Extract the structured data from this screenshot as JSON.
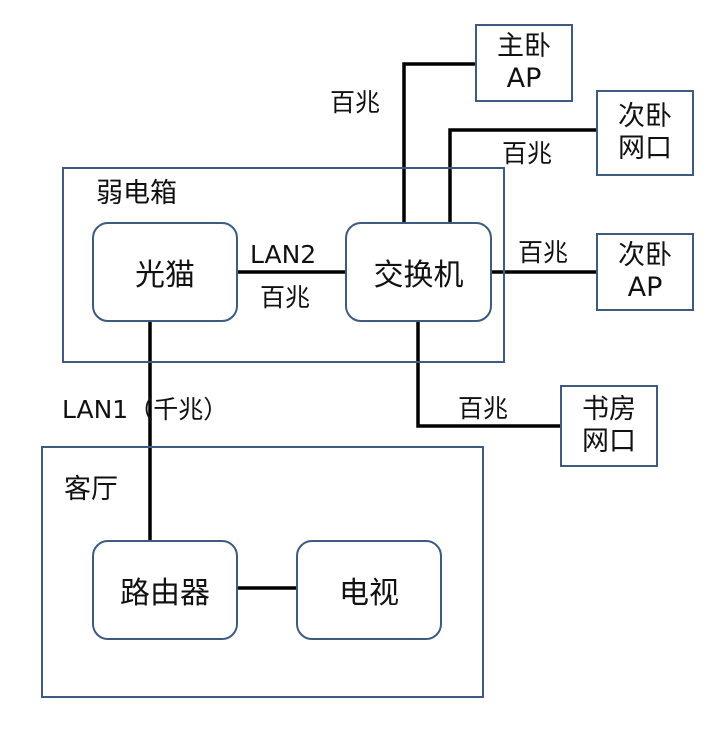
{
  "regions": {
    "distribution_box": "弱电箱",
    "living_room": "客厅"
  },
  "nodes": {
    "optical_modem": "光猫",
    "switch": "交换机",
    "router": "路由器",
    "tv": "电视"
  },
  "endpoints": {
    "master_bedroom_ap": {
      "line1": "主卧",
      "line2": "AP"
    },
    "second_bedroom_port": {
      "line1": "次卧",
      "line2": "网口"
    },
    "second_bedroom_ap": {
      "line1": "次卧",
      "line2": "AP"
    },
    "study_port": {
      "line1": "书房",
      "line2": "网口"
    }
  },
  "links": {
    "modem_switch_port": "LAN2",
    "modem_switch_speed": "百兆",
    "modem_router": "LAN1（千兆）",
    "switch_master_ap": "百兆",
    "switch_second_port": "百兆",
    "switch_second_ap": "百兆",
    "switch_study": "百兆"
  }
}
